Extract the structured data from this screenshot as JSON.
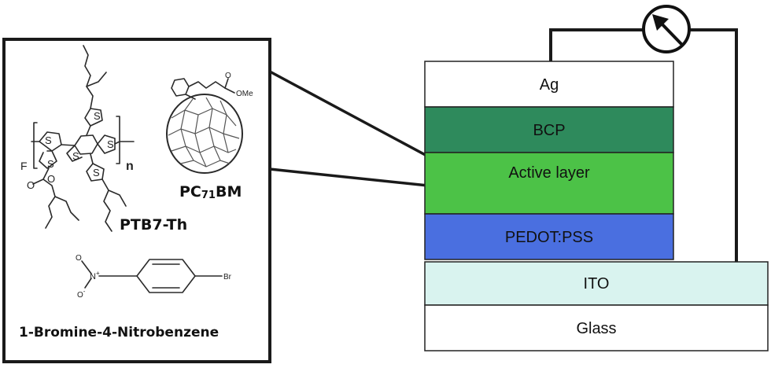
{
  "device": {
    "layers": [
      {
        "key": "ag",
        "label": "Ag",
        "color": "#ffffff"
      },
      {
        "key": "bcp",
        "label": "BCP",
        "color": "#2e8a5c"
      },
      {
        "key": "active",
        "label": "Active layer",
        "color": "#4cc247"
      },
      {
        "key": "pedot",
        "label": "PEDOT:PSS",
        "color": "#4a6fe0"
      },
      {
        "key": "ito",
        "label": "ITO",
        "color": "#d9f3ef"
      },
      {
        "key": "glass",
        "label": "Glass",
        "color": "#ffffff"
      }
    ]
  },
  "molecules": {
    "ptb7": {
      "name": "PTB7-Th",
      "atoms": {
        "s": "S",
        "f": "F",
        "o": "O",
        "n": "n"
      }
    },
    "pcbm": {
      "name_prefix": "PC",
      "name_sub": "71",
      "name_suffix": "BM",
      "ester_label": "OMe",
      "carbonyl_o": "O"
    },
    "nitro": {
      "name": "1-Bromine-4-Nitrobenzene",
      "n_label": "N",
      "n_charge": "+",
      "o_label": "O",
      "o_minus_label": "O",
      "o_charge": "-",
      "br_label": "Br"
    }
  }
}
